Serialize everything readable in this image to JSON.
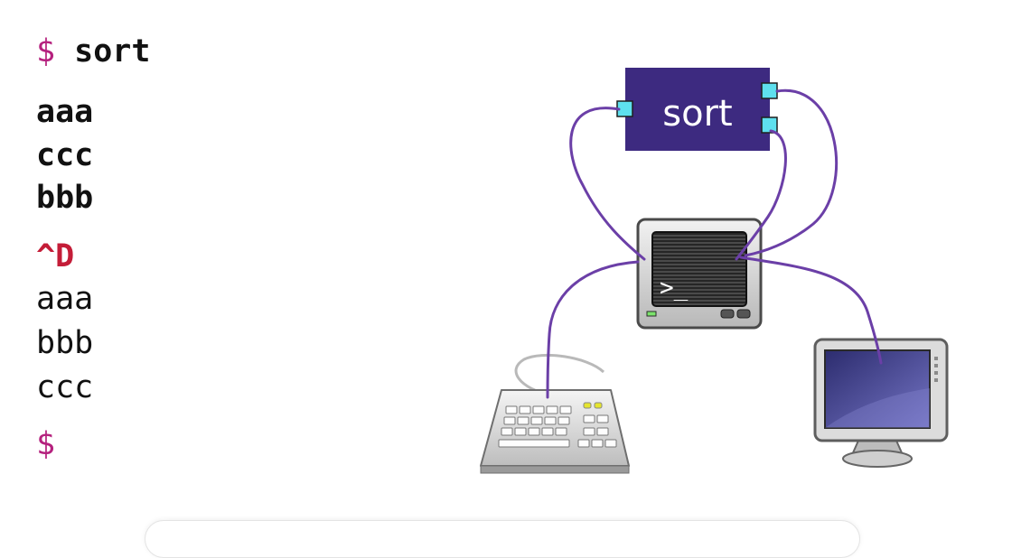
{
  "terminal": {
    "command_prompt": "$",
    "command": "sort",
    "input_lines": [
      "aaa",
      "ccc",
      "bbb"
    ],
    "eof": "^D",
    "output_lines": [
      "aaa",
      "bbb",
      "ccc"
    ],
    "final_prompt": "$"
  },
  "diagram": {
    "process_label": "sort",
    "terminal_prompt_glyph": ">_",
    "colors": {
      "process_box": "#3d2a80",
      "port": "#5ee0ee",
      "wire": "#6b3fa7",
      "prompt": "#b5217e",
      "eof": "#c41d38"
    },
    "icons": [
      "keyboard-icon",
      "terminal-computer-icon",
      "display-monitor-icon"
    ]
  }
}
